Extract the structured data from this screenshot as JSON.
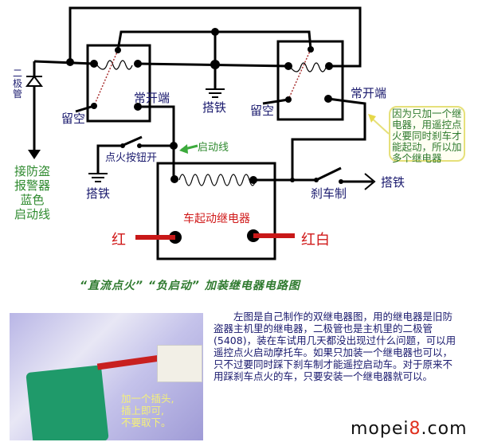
{
  "diagram": {
    "diode_label": "二极管",
    "antitheft_label": [
      "接防盗",
      "报警器",
      "蓝色",
      "启动线"
    ],
    "ground_label": "搭铁",
    "relay_left": {
      "open_pin_label": "留空",
      "no_label": "常开端"
    },
    "relay_right": {
      "open_pin_label": "留空",
      "no_label": "常开端"
    },
    "ignition_switch_label": "点火按钮开",
    "start_wire_label": "启动线",
    "starter_relay_label": "车起动继电器",
    "wire_red_label": "红",
    "wire_redwhite_label": "红白",
    "brake_label": "刹车制",
    "callout": "因为只加一个继电器，用遥控点火要同时刹车才能起动，所以加多个继电器",
    "title": "“直流点火” “负启动” 加装继电器电路图"
  },
  "photo": {
    "caption": [
      "加一个插头,",
      "插上即可,",
      "不要取下。"
    ]
  },
  "description": "左图是自己制作的双继电器图，用的继电器是旧防盗器主机里的继电器，二极管也是主机里的二极管(5408)，装在车试用几天都没出现过什么问题，可以用遥控点火启动摩托车。如果只加装一个继电器也可以，只不过要同时踩下刹车制才能遥控启动车。对于原来不用踩刹车点火的车，只要安装一个继电器就可以。",
  "logo": {
    "prefix": "mopei",
    "accent": "8",
    "suffix": ".com"
  },
  "colors": {
    "wire": "#000000",
    "label": "#1a1a6e",
    "green": "#2f8a2f",
    "red": "#d01818"
  }
}
